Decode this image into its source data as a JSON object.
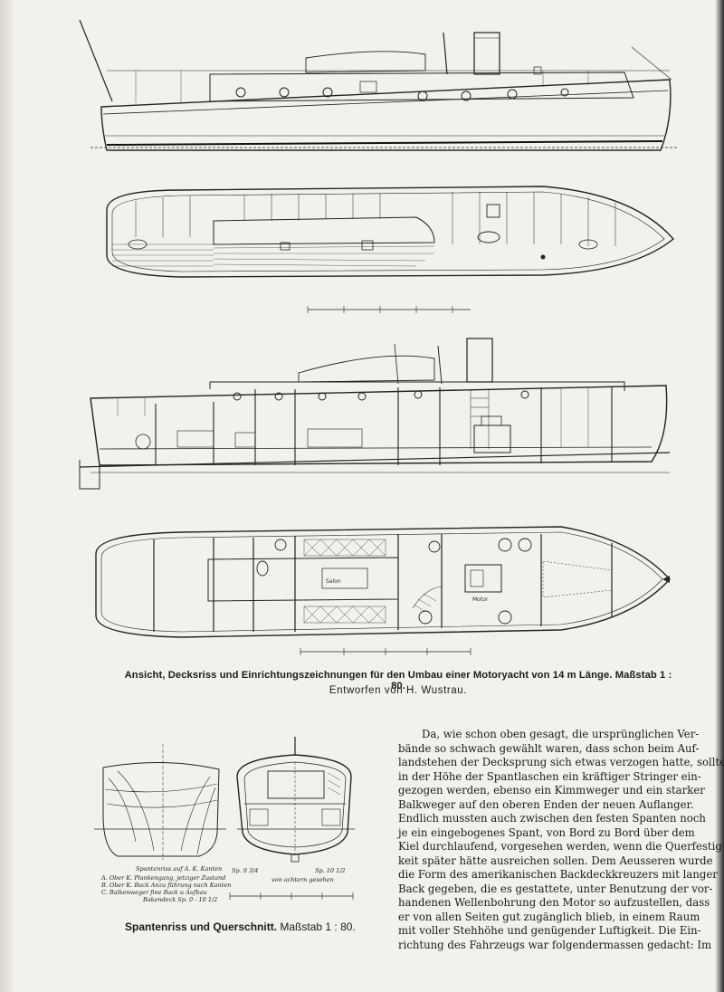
{
  "captions": {
    "main": "Ansicht, Decksriss und Einrichtungszeichnungen für den Umbau einer Motoryacht von 14 m Länge.",
    "main_scale": "Maßstab 1 : 80.",
    "designer": "Entworfen von H. Wustrau.",
    "section": "Spantenriss und Querschnitt.",
    "section_scale": "Maßstab 1 : 80."
  },
  "plan_labels": {
    "deck_cabin": "Salon",
    "motor": "Motor"
  },
  "frame_notes": {
    "title": "Spantenriss auf A. K. Kanten",
    "line_a": "A. Ober K. Plankengang, jetziger Zustand",
    "line_b": "B. Ober K. Back Anzu führung nach Kanten",
    "line_c": "C. Balkenweger fine Back u Aufbau",
    "line_d": "Bakendeck Sp. 0 - 10 1/2",
    "sp_left": "Sp. 9 3/4",
    "sp_right": "Sp. 10 1/2",
    "from_front": "von achtern gesehen"
  },
  "body_text": {
    "lines": [
      "Da, wie schon oben gesagt, die ursprünglichen Ver-",
      "bände so schwach gewählt waren, dass schon beim Auf-",
      "landstehen der Decksprung sich etwas verzogen hatte, sollte",
      "in der Höhe der Spantlaschen ein kräftiger Stringer ein-",
      "gezogen werden, ebenso ein Kimmweger und ein starker",
      "Balkweger auf den oberen Enden der neuen Auflanger.",
      "Endlich mussten auch zwischen den festen Spanten noch",
      "je ein eingebogenes Spant, von Bord zu Bord über dem",
      "Kiel durchlaufend, vorgesehen werden, wenn die Querfestig-",
      "keit später hätte ausreichen sollen. Dem Aeusseren wurde",
      "die Form des amerikanischen Backdeckkreuzers mit langer",
      "Back gegeben, die es gestattete, unter Benutzung der vor-",
      "handenen Wellenbohrung den Motor so aufzustellen, dass",
      "er von allen Seiten gut zugänglich blieb, in einem Raum",
      "mit voller Stehhöhe und genügender Luftigkeit. Die Ein-",
      "richtung des Fahrzeugs war folgendermassen gedacht: Im"
    ]
  }
}
